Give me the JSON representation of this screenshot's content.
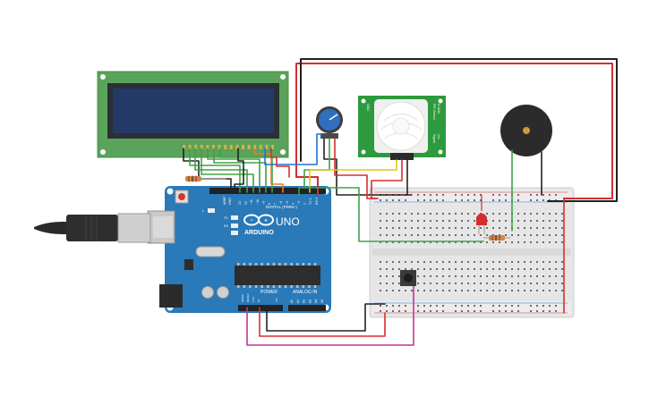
{
  "arduino": {
    "brand": "ARDUINO",
    "model": "UNO",
    "digital_header": "DIGITAL (PWM~)",
    "power_header": "POWER",
    "analog_header": "ANALOG IN",
    "labels": {
      "aref": "AREF",
      "gnd": "GND",
      "tx": "TX",
      "rx": "RX",
      "l": "L",
      "ioref": "IOREF",
      "reset": "RESET",
      "v33": "3.3V",
      "v5": "5V",
      "vin": "Vin"
    },
    "digital_pins": [
      "13",
      "12",
      "~11",
      "~10",
      "~9",
      "8",
      "7",
      "~6",
      "~5",
      "4",
      "~3",
      "2",
      "TX 1",
      "RX 0"
    ],
    "analog_pins": [
      "A0",
      "A1",
      "A2",
      "A3",
      "A4",
      "A5"
    ]
  },
  "pir_sensor": {
    "labels": [
      "PIR Sensor",
      "D-SUN",
      "Signal",
      "Vcc",
      "GND"
    ]
  },
  "colors": {
    "wire_red": "#d32f2f",
    "wire_black": "#222222",
    "wire_green": "#43a047",
    "wire_yellow": "#e6c619",
    "wire_orange": "#ef7d1a",
    "wire_blue": "#1e73d8",
    "wire_magenta": "#c2378f",
    "board_blue": "#2a79b8",
    "lcd_green": "#5aa35a",
    "breadboard": "#e8e8e8"
  },
  "icons": [
    "usb-cable-icon",
    "potentiometer-icon",
    "pir-sensor-icon",
    "buzzer-icon",
    "led-icon",
    "resistor-icon",
    "pushbutton-icon",
    "lcd-display-icon"
  ]
}
